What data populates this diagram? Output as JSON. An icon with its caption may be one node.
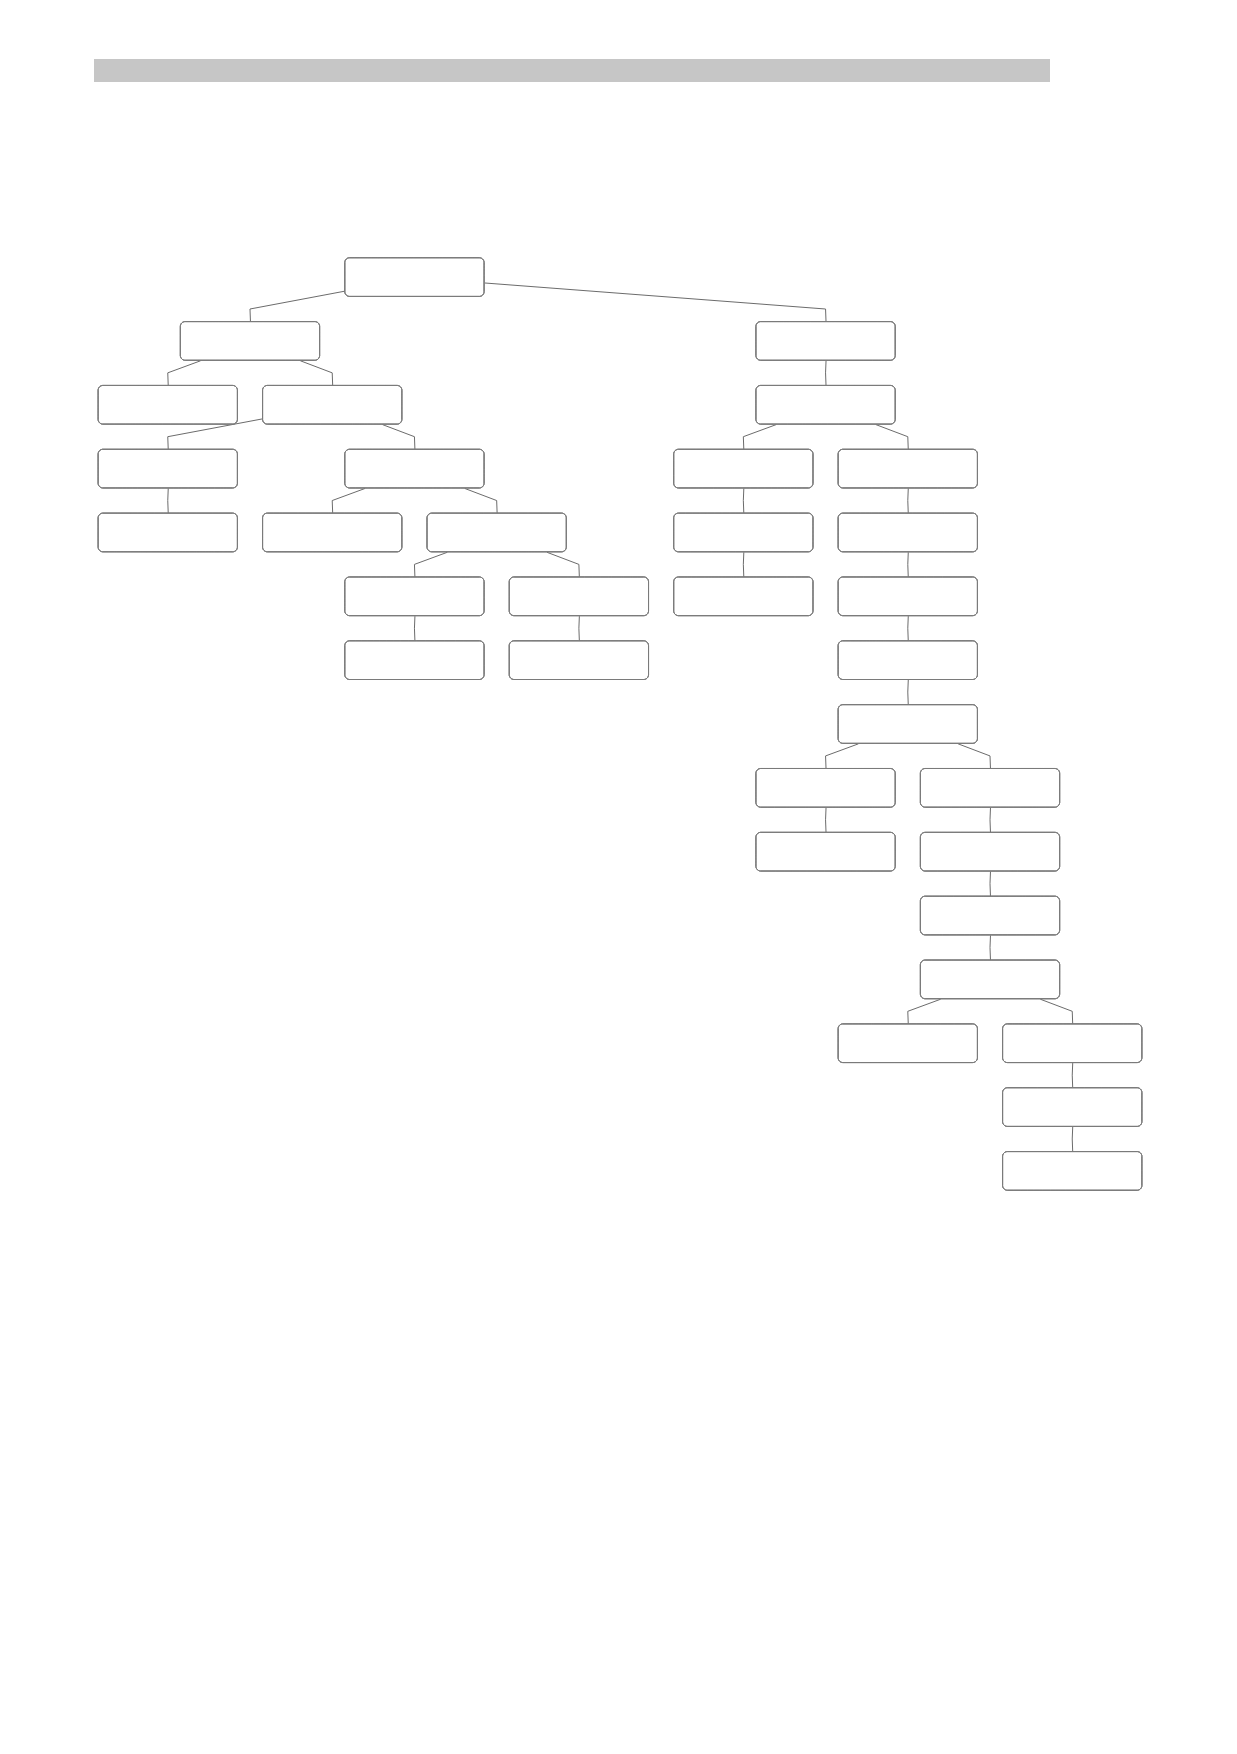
{
  "diagram": {
    "nodes": [
      {
        "text": [],
        "shape": "box"
      },
      {
        "text": [],
        "shape": "box"
      },
      {
        "text": [],
        "shape": "box"
      },
      {
        "text": [],
        "shape": "box"
      },
      {
        "text": [],
        "shape": "box"
      },
      {
        "text": [],
        "shape": "box"
      },
      {
        "text": [],
        "shape": "box"
      },
      {
        "text": [],
        "shape": "box"
      },
      {
        "text": [],
        "shape": "box"
      },
      {
        "text": [],
        "shape": "box"
      },
      {
        "text": [],
        "shape": "box"
      },
      {
        "text": [],
        "shape": "box"
      },
      {
        "text": [],
        "shape": "box"
      },
      {
        "text": [],
        "shape": "box"
      },
      {
        "text": [],
        "shape": "box"
      },
      {
        "text": [],
        "shape": "box"
      },
      {
        "text": [],
        "shape": "box"
      },
      {
        "text": [],
        "shape": "box"
      },
      {
        "text": [],
        "shape": "box"
      },
      {
        "text": [],
        "shape": "box"
      },
      {
        "text": [],
        "shape": "box"
      },
      {
        "text": [],
        "shape": "box"
      },
      {
        "text": [],
        "shape": "box"
      },
      {
        "text": [],
        "shape": "box"
      },
      {
        "text": [],
        "shape": "box"
      },
      {
        "text": [],
        "shape": "box"
      },
      {
        "text": [],
        "shape": "box"
      },
      {
        "text": [],
        "shape": "box"
      },
      {
        "text": [],
        "shape": "box"
      },
      {
        "text": [],
        "shape": "box"
      },
      {
        "text": [],
        "shape": "box"
      },
      {
        "text": [],
        "shape": "box"
      },
      {
        "text": [],
        "shape": "box"
      }
    ],
    "edges": [
      {
        "from": 0,
        "to": 1,
        "arrow": "none"
      },
      {
        "from": 1,
        "to": 2,
        "arrow": "none"
      },
      {
        "from": 1,
        "to": 3,
        "arrow": "none"
      },
      {
        "from": 3,
        "to": 4,
        "arrow": "none"
      },
      {
        "from": 4,
        "to": 5,
        "arrow": "none"
      },
      {
        "from": 3,
        "to": 6,
        "arrow": "none"
      },
      {
        "from": 6,
        "to": 7,
        "arrow": "none"
      },
      {
        "from": 6,
        "to": 8,
        "arrow": "none"
      },
      {
        "from": 8,
        "to": 9,
        "arrow": "none"
      },
      {
        "from": 9,
        "to": 10,
        "arrow": "none"
      },
      {
        "from": 8,
        "to": 11,
        "arrow": "none"
      },
      {
        "from": 11,
        "to": 12,
        "arrow": "none"
      },
      {
        "from": 0,
        "to": 13,
        "arrow": "none"
      },
      {
        "from": 13,
        "to": 14,
        "arrow": "none"
      },
      {
        "from": 14,
        "to": 15,
        "arrow": "none"
      },
      {
        "from": 15,
        "to": 16,
        "arrow": "none"
      },
      {
        "from": 16,
        "to": 17,
        "arrow": "none"
      },
      {
        "from": 14,
        "to": 18,
        "arrow": "none"
      },
      {
        "from": 18,
        "to": 19,
        "arrow": "none"
      },
      {
        "from": 19,
        "to": 20,
        "arrow": "none"
      },
      {
        "from": 20,
        "to": 21,
        "arrow": "none"
      },
      {
        "from": 21,
        "to": 22,
        "arrow": "none"
      },
      {
        "from": 22,
        "to": 23,
        "arrow": "none"
      },
      {
        "from": 23,
        "to": 24,
        "arrow": "none"
      },
      {
        "from": 22,
        "to": 25,
        "arrow": "none"
      },
      {
        "from": 25,
        "to": 26,
        "arrow": "none"
      },
      {
        "from": 26,
        "to": 27,
        "arrow": "none"
      },
      {
        "from": 27,
        "to": 28,
        "arrow": "none"
      },
      {
        "from": 28,
        "to": 29,
        "arrow": "none"
      },
      {
        "from": 28,
        "to": 30,
        "arrow": "none"
      },
      {
        "from": 30,
        "to": 31,
        "arrow": "none"
      },
      {
        "from": 31,
        "to": 32,
        "arrow": "none"
      }
    ]
  }
}
